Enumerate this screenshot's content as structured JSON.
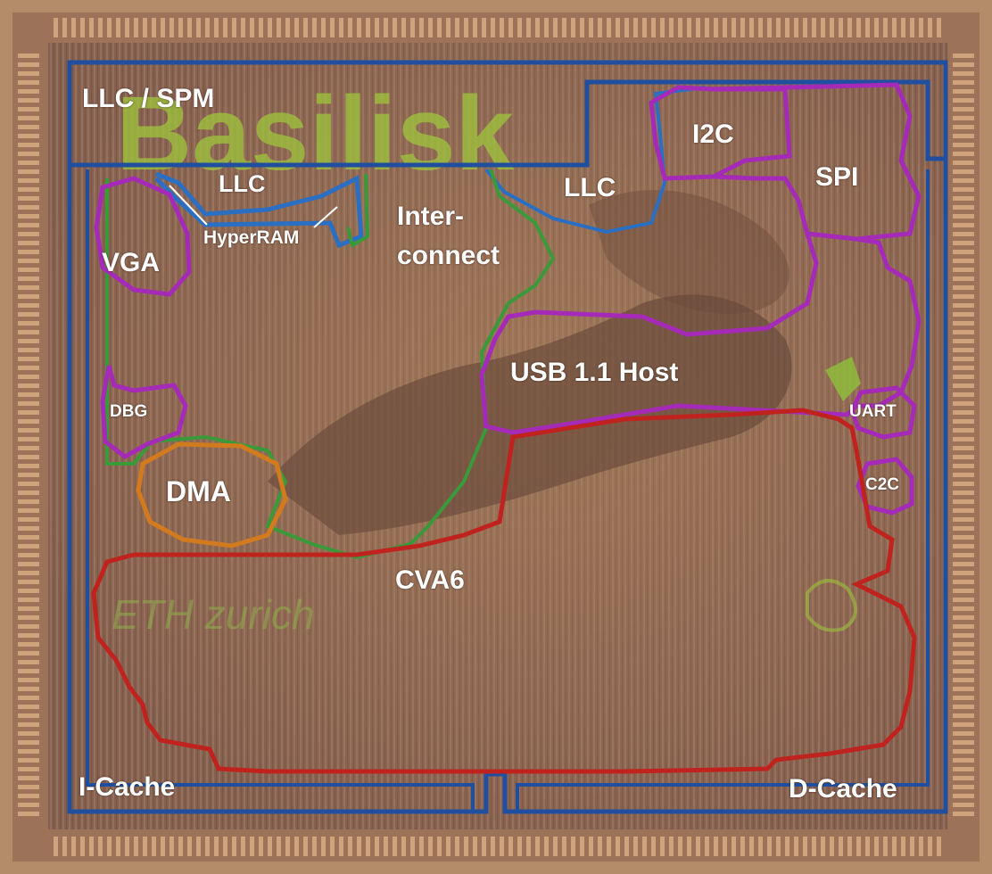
{
  "colors": {
    "die_background": "#86604f",
    "pad_ring": "#b8906e",
    "bond_pad": "#cfa47c",
    "chip_outline": "#1f4f9e",
    "llc_outline": "#2a6fc2",
    "periphery_outline": "#a52ab8",
    "interconnect_outline": "#3a9a3a",
    "cva6_outline": "#c0231e",
    "dma_outline": "#d27a1e",
    "logo_green": "#9ec23c"
  },
  "artwork_text": {
    "basilisk_logo": "Basilisk",
    "eth_logo": "ETH zurich"
  },
  "blocks": {
    "llc_spm": "LLC / SPM",
    "llc_left": "LLC",
    "hyperram": "HyperRAM",
    "vga": "VGA",
    "interconnect_line1": "Inter-",
    "interconnect_line2": "connect",
    "llc_right": "LLC",
    "i2c": "I2C",
    "spi": "SPI",
    "usb": "USB 1.1 Host",
    "uart": "UART",
    "dbg": "DBG",
    "dma": "DMA",
    "c2c": "C2C",
    "cva6": "CVA6",
    "icache": "I-Cache",
    "dcache": "D-Cache"
  }
}
